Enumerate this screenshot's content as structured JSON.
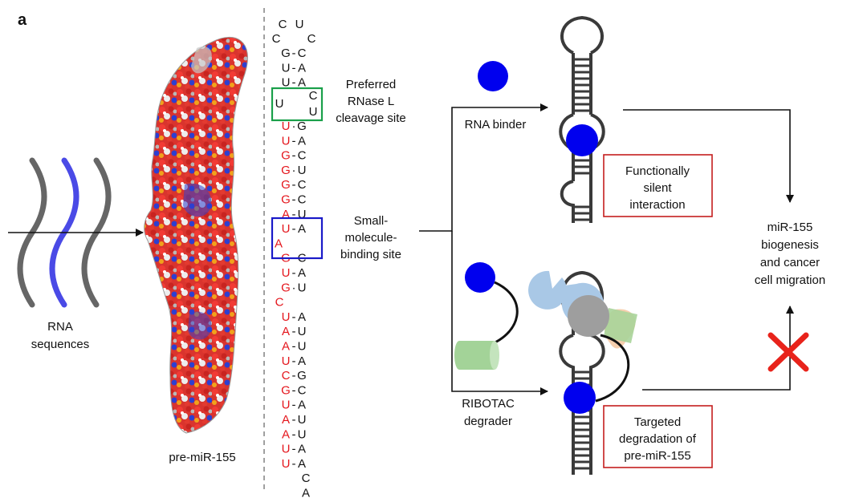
{
  "panel_label": "a",
  "labels": {
    "rna_sequences": [
      "RNA",
      "sequences"
    ],
    "pre_mir": "pre-miR-155",
    "rnase_site": [
      "Preferred",
      "RNase L",
      "cleavage site"
    ],
    "binding_site": [
      "Small-",
      "molecule-",
      "binding site"
    ],
    "rna_binder": "RNA binder",
    "ribotac": [
      "RIBOTAC",
      "degrader"
    ],
    "outcome": [
      "miR-155",
      "biogenesis",
      "and cancer",
      "cell migration"
    ]
  },
  "boxes": {
    "silent": [
      "Functionally",
      "silent",
      "interaction"
    ],
    "degradation": [
      "Targeted",
      "degradation of",
      "pre-miR-155"
    ]
  },
  "sequence": {
    "loop": [
      "C",
      "U",
      "C",
      "C"
    ],
    "pairs_upper": [
      {
        "l": "G",
        "s": "-",
        "r": "C",
        "red": false
      },
      {
        "l": "U",
        "s": "-",
        "r": "A",
        "red": false
      },
      {
        "l": "U",
        "s": "-",
        "r": "A",
        "red": false
      }
    ],
    "bulge1": {
      "l": "U",
      "r1": "C",
      "r2": "U"
    },
    "pairs_mid": [
      {
        "l": "U",
        "s": "·",
        "r": "G",
        "red": true
      },
      {
        "l": "U",
        "s": "-",
        "r": "A",
        "red": true
      },
      {
        "l": "G",
        "s": "-",
        "r": "C",
        "red": true
      },
      {
        "l": "G",
        "s": "·",
        "r": "U",
        "red": true
      },
      {
        "l": "G",
        "s": "-",
        "r": "C",
        "red": true
      },
      {
        "l": "G",
        "s": "-",
        "r": "C",
        "red": true
      },
      {
        "l": "A",
        "s": "-",
        "r": "U",
        "red": true
      }
    ],
    "bulge2": {
      "l1": "U",
      "s1": "-",
      "r1": "A",
      "bulge": "A",
      "l2": "G",
      "s2": "-",
      "r2": "C"
    },
    "pairs_lower": [
      {
        "l": "U",
        "s": "-",
        "r": "A",
        "red": true
      },
      {
        "l": "G",
        "s": "·",
        "r": "U",
        "red": true
      }
    ],
    "single": "C",
    "pairs_bottom": [
      {
        "l": "U",
        "s": "-",
        "r": "A",
        "red": true
      },
      {
        "l": "A",
        "s": "-",
        "r": "U",
        "red": true
      },
      {
        "l": "A",
        "s": "-",
        "r": "U",
        "red": true
      },
      {
        "l": "U",
        "s": "-",
        "r": "A",
        "red": true
      },
      {
        "l": "C",
        "s": "-",
        "r": "G",
        "red": true
      },
      {
        "l": "G",
        "s": "-",
        "r": "C",
        "red": true
      },
      {
        "l": "U",
        "s": "-",
        "r": "A",
        "red": true
      },
      {
        "l": "A",
        "s": "-",
        "r": "U",
        "red": true
      },
      {
        "l": "A",
        "s": "-",
        "r": "U",
        "red": true
      },
      {
        "l": "U",
        "s": "-",
        "r": "A",
        "red": true
      },
      {
        "l": "U",
        "s": "-",
        "r": "A",
        "red": true
      }
    ],
    "tail": [
      "C",
      "A"
    ]
  },
  "colors": {
    "rna_gray": "#666666",
    "rna_blue": "#4a4ae6",
    "binder_blue": "#0000ee",
    "green_box": "#1aa04a",
    "blue_box": "#1a1ac8",
    "red_box": "#c41e1e",
    "red_x": "#e8231b",
    "nucleotide_red": "#e4141b"
  }
}
